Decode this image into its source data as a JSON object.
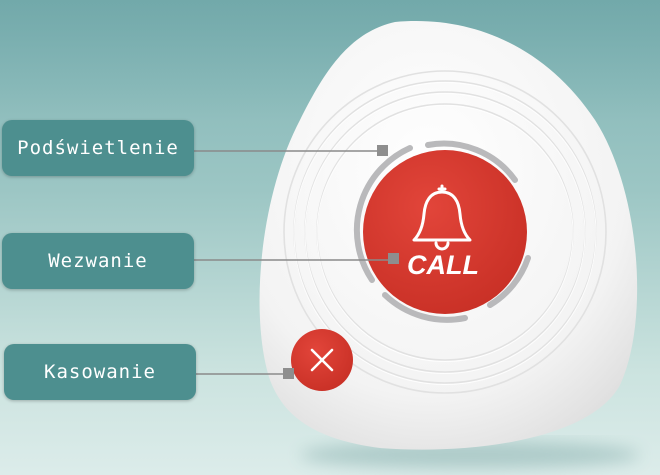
{
  "labels": {
    "backlight": "Podświetlenie",
    "call": "Wezwanie",
    "cancel": "Kasowanie"
  },
  "button": {
    "call_text": "CALL"
  },
  "icons": {
    "call": "bell-icon",
    "cancel": "close-icon"
  },
  "colors": {
    "background": "#8fbdbd",
    "label_bg": "#4d8f8f",
    "label_text": "#ffffff",
    "device_body": "#f4f4f4",
    "call_red": "#d8382c",
    "backlight_ring": "#b9b9bb",
    "leader_line": "#8a8a8a"
  }
}
